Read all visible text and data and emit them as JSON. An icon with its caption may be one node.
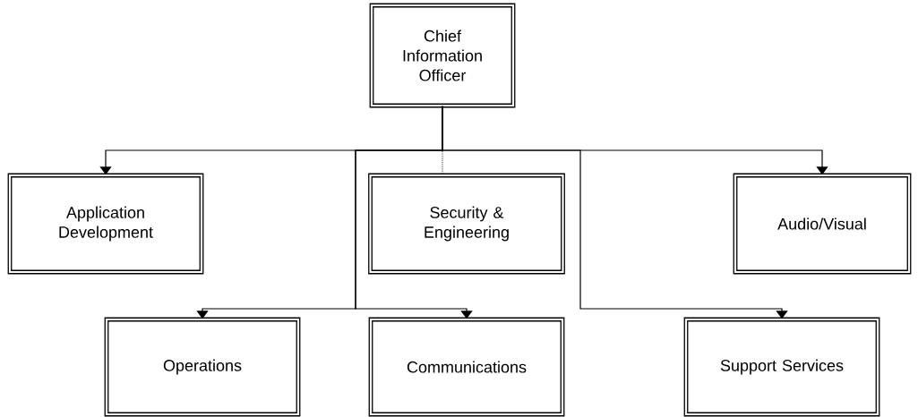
{
  "diagram": {
    "nodes": [
      {
        "text": [
          "Chief Information Officer"
        ]
      },
      {
        "text": [
          "Application Development"
        ]
      },
      {
        "text": [
          "Security & Engineering"
        ]
      },
      {
        "text": [
          "Audio/Visual"
        ]
      },
      {
        "text": [
          "Operations"
        ]
      },
      {
        "text": [
          "Communications"
        ]
      },
      {
        "text": [
          "Support Services"
        ]
      }
    ],
    "edges": [
      {
        "from": 0,
        "to": 1,
        "arrow": "to"
      },
      {
        "from": 0,
        "to": 2,
        "arrow": "none",
        "style": "dashed"
      },
      {
        "from": 0,
        "to": 3,
        "arrow": "to"
      },
      {
        "from": 0,
        "to": 4,
        "arrow": "to"
      },
      {
        "from": 0,
        "to": 5,
        "arrow": "to"
      },
      {
        "from": 0,
        "to": 6,
        "arrow": "to"
      }
    ]
  }
}
